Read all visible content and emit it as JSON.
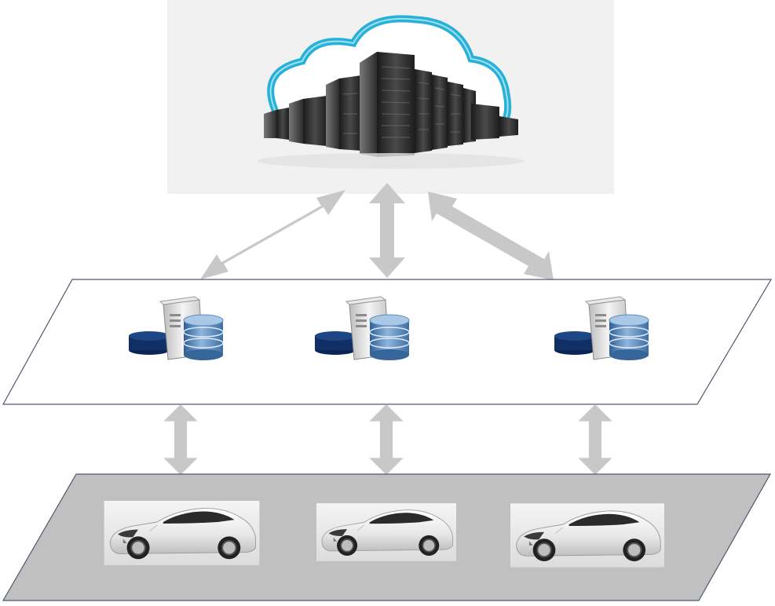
{
  "diagram": {
    "layers": [
      {
        "name": "cloud",
        "icon": "cloud-datacenter-icon"
      },
      {
        "name": "edge-servers",
        "icon": "server-database-icon",
        "count": 3
      },
      {
        "name": "vehicles",
        "icon": "car-icon",
        "count": 3
      }
    ],
    "connectors": {
      "style": "bidirectional",
      "color": "#c8c8c8"
    },
    "colors": {
      "cloud_outline": "#27b1d9",
      "cloud_panel": "#f1f1f1",
      "server_plane": "#ffffff",
      "vehicle_plane": "#c0c0c0",
      "plane_border": "#4d5a6e",
      "database_blue": "#4b7fb3",
      "disk_navy": "#0f2f66"
    }
  }
}
